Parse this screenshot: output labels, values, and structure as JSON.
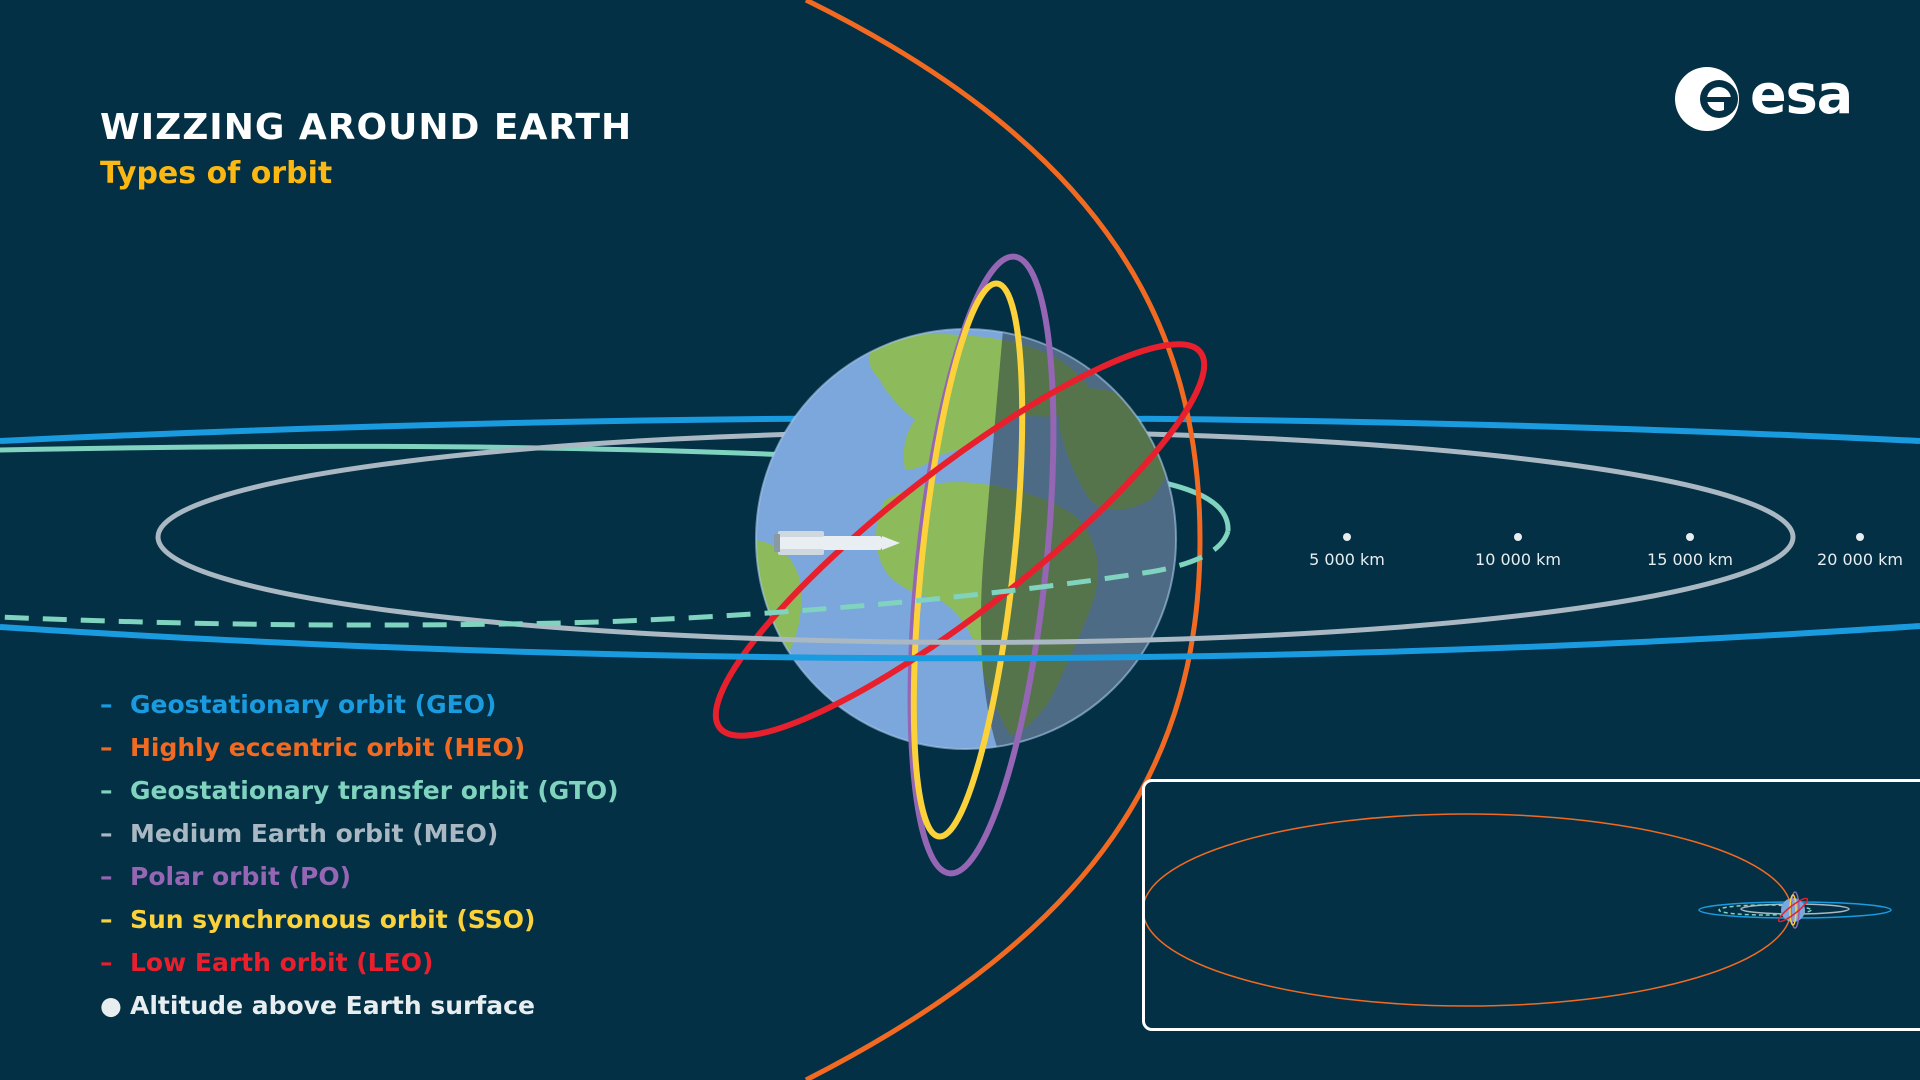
{
  "header": {
    "title": "WIZZING AROUND EARTH",
    "subtitle": "Types of orbit"
  },
  "logo": {
    "text": "esa"
  },
  "legend": [
    {
      "marker": "–",
      "label": "Geostationary orbit (GEO)",
      "color": "#1a9be0"
    },
    {
      "marker": "–",
      "label": "Highly eccentric orbit (HEO)",
      "color": "#f26a21"
    },
    {
      "marker": "–",
      "label": "Geostationary transfer orbit (GTO)",
      "color": "#7fd3bf"
    },
    {
      "marker": "–",
      "label": "Medium Earth orbit (MEO)",
      "color": "#a9b8c2"
    },
    {
      "marker": "–",
      "label": "Polar orbit (PO)",
      "color": "#9466b3"
    },
    {
      "marker": "–",
      "label": "Sun synchronous orbit (SSO)",
      "color": "#fcd23a"
    },
    {
      "marker": "–",
      "label": "Low Earth orbit (LEO)",
      "color": "#e8202e"
    },
    {
      "marker": "●",
      "label": "Altitude above Earth surface",
      "color": "#e8edf0"
    }
  ],
  "altitude_scale": {
    "labels": [
      "5 000 km",
      "10 000 km",
      "15 000 km",
      "20 000 km"
    ]
  },
  "colors": {
    "background": "#033044",
    "earth_ocean": "#7ba7dc",
    "earth_land": "#8dbb5b",
    "night_shade": "#3a4a4a"
  }
}
